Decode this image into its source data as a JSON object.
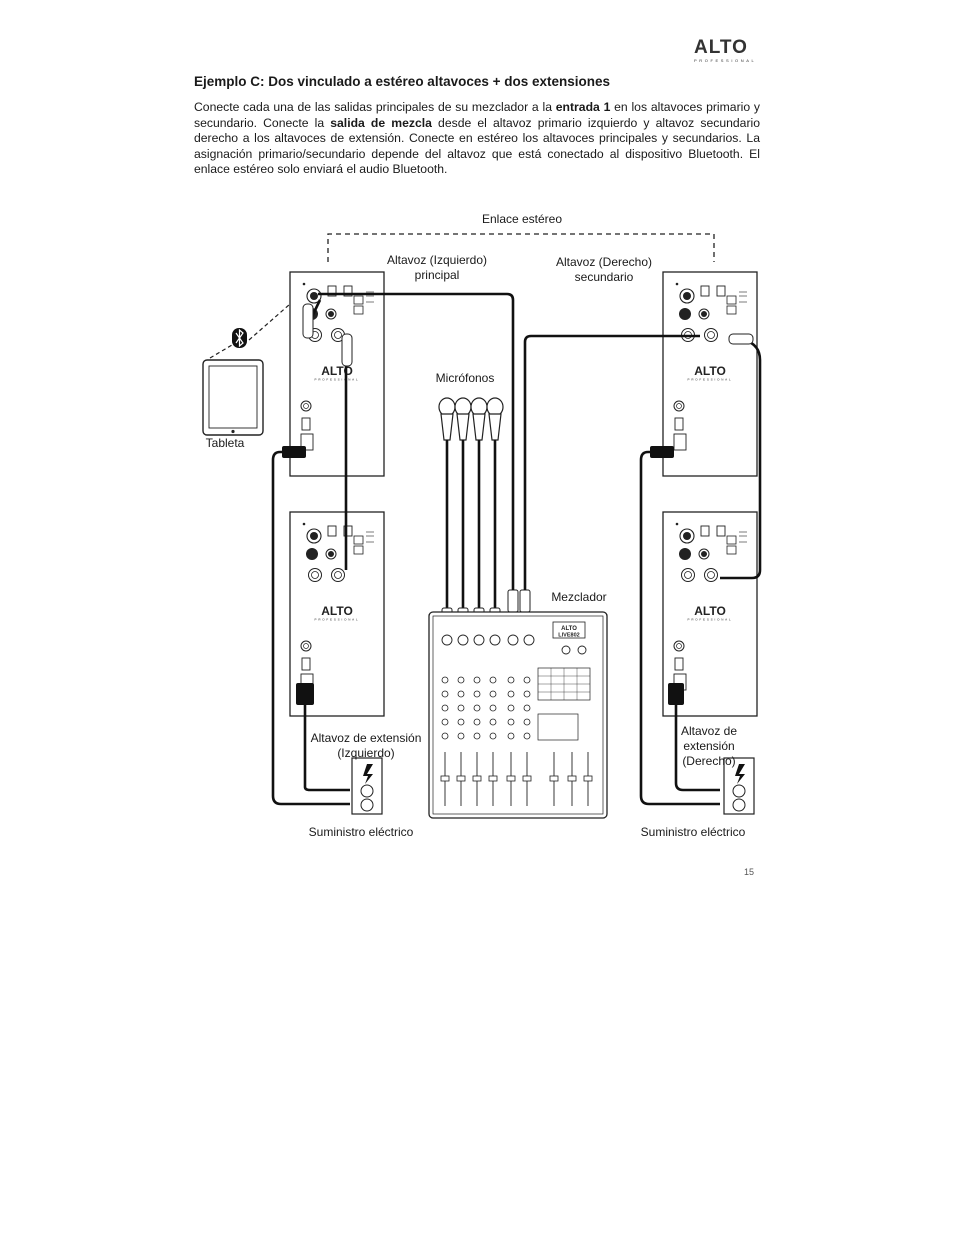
{
  "header": {
    "logo_word": "ALTO",
    "logo_sub": "PROFESSIONAL"
  },
  "section": {
    "title": "Ejemplo C: Dos vinculado a estéreo altavoces + dos extensiones",
    "body": [
      {
        "text": "Conecte cada una de las salidas principales de su mezclador a la ",
        "bold": false
      },
      {
        "text": "entrada 1",
        "bold": true
      },
      {
        "text": " en los altavoces primario y secundario. Conecte la ",
        "bold": false
      },
      {
        "text": "salida de mezcla",
        "bold": true
      },
      {
        "text": " desde el altavoz primario izquierdo y altavoz secundario derecho a los altavoces de extensión. Conecte en estéreo los altavoces principales y secundarios. La asignación primario/secundario depende del altavoz que está conectado al dispositivo Bluetooth. El enlace estéreo solo enviará el audio Bluetooth.",
        "bold": false
      }
    ]
  },
  "diagram": {
    "labels": {
      "stereo_link": "Enlace estéreo",
      "left_primary": "Altavoz (Izquierdo)\nprincipal",
      "right_secondary": "Altavoz (Derecho)\nsecundario",
      "microphones": "Micrófonos",
      "tablet": "Tableta",
      "mixer": "Mezclador",
      "ext_left": "Altavoz de extensión\n(Izquierdo)",
      "ext_right": "Altavoz de\nextensión\n(Derecho)",
      "power_left": "Suministro eléctrico",
      "power_right": "Suministro eléctrico"
    },
    "speaker_brand": "ALTO",
    "speaker_brand_sub": "PROFESSIONAL",
    "mixer_model": "LIVE802"
  },
  "footer": {
    "page_number": "15"
  }
}
